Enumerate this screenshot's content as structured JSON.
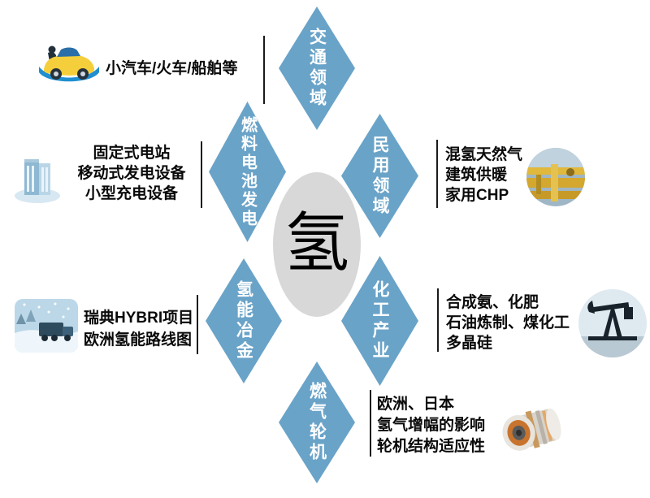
{
  "center": {
    "label": "氢"
  },
  "diamonds": {
    "transport": "交通领域",
    "civil": "民用领域",
    "fuel_cell": "燃料电池发电",
    "metallurgy": "氢能冶金",
    "chemical": "化工产业",
    "turbine": "燃气轮机"
  },
  "annotations": {
    "transport": {
      "lines": [
        "小汽车/火车/船舶等"
      ]
    },
    "fuel_cell": {
      "lines": [
        "固定式电站",
        "移动式发电设备",
        "小型充电设备"
      ]
    },
    "metallurgy": {
      "lines": [
        "瑞典HYBRI项目",
        "欧洲氢能路线图"
      ]
    },
    "civil": {
      "lines": [
        "混氢天然气",
        "建筑供暖",
        "家用CHP"
      ]
    },
    "chemical": {
      "lines": [
        "合成氨、化肥",
        "石油炼制、煤化工",
        "多晶硅"
      ]
    },
    "turbine": {
      "lines": [
        "欧洲、日本",
        "氢气增幅的影响",
        "轮机结构适应性"
      ]
    }
  },
  "icons": {
    "transport": "car-icon",
    "fuel_cell": "power-station-icon",
    "metallurgy": "hybrit-winter-truck-image",
    "civil": "gas-pipeline-image",
    "chemical": "oil-pumpjack-image",
    "turbine": "gas-turbine-image"
  },
  "colors": {
    "diamond_fill": "#6aa3c8",
    "diamond_text": "#ffffff",
    "center_ellipse": "#d8d8d8",
    "center_text": "#000000",
    "annotation_text": "#0a0a0a",
    "divider": "#1a1a1a",
    "background": "#ffffff"
  }
}
